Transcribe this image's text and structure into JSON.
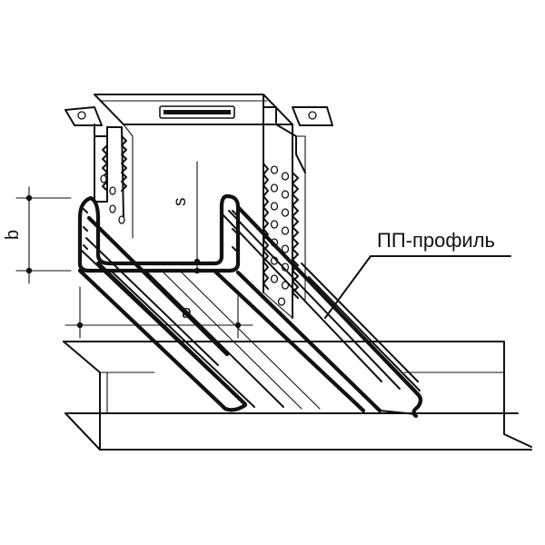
{
  "labels": {
    "s": "s",
    "b": "b",
    "a": "a",
    "profile": "ПП-профиль"
  },
  "colors": {
    "line": "#111111",
    "background": "#ffffff"
  }
}
